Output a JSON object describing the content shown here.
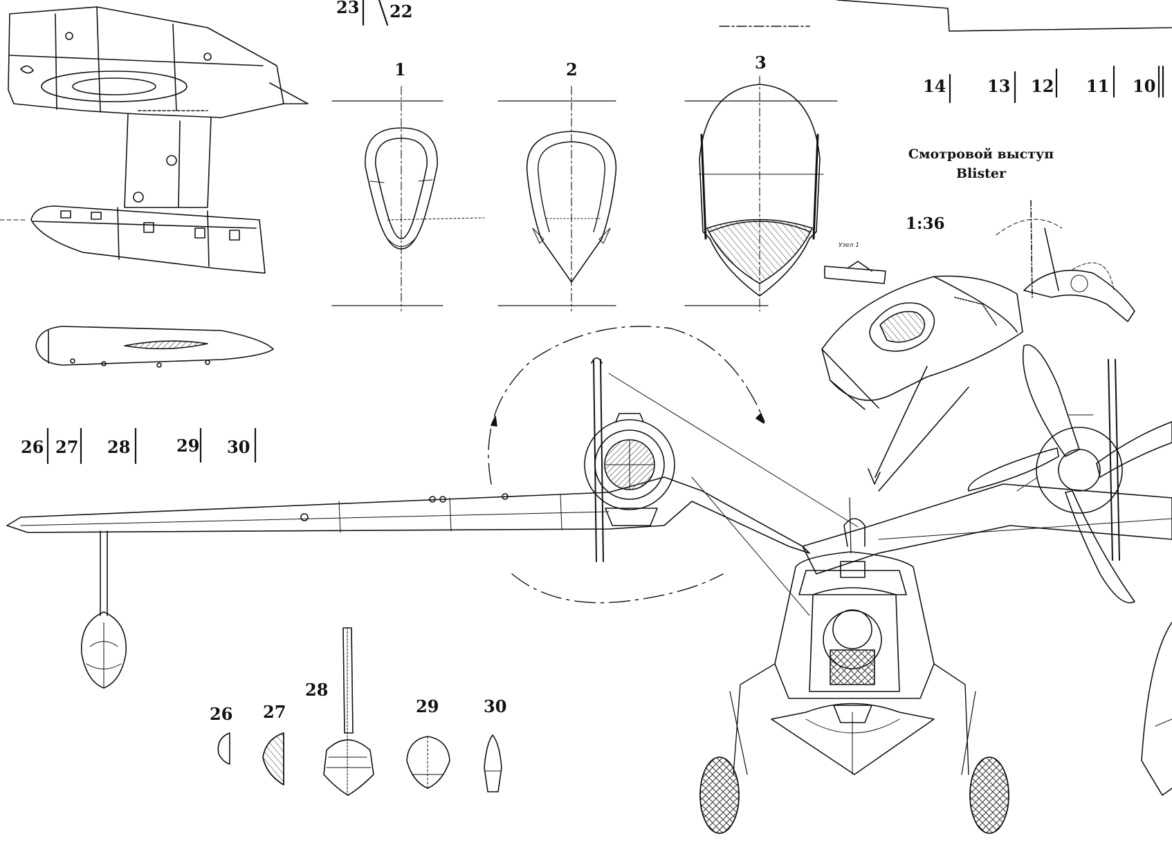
{
  "section_labels": {
    "s1": "1",
    "s2": "2",
    "s3": "3"
  },
  "top_station_labels": [
    "14",
    "13",
    "12",
    "11",
    "10"
  ],
  "top_partial_labels": [
    "23",
    "22"
  ],
  "left_station_labels": [
    "26",
    "27",
    "28",
    "29",
    "30"
  ],
  "bottom_section_labels": [
    "26",
    "27",
    "28",
    "29",
    "30"
  ],
  "blister": {
    "title_ru": "Смотровой выступ",
    "title_en": "Blister",
    "scale": "1:36",
    "node_label": "Узел 1"
  },
  "colors": {
    "ink": "#111111",
    "paper": "#ffffff",
    "hatch": "#333333"
  }
}
